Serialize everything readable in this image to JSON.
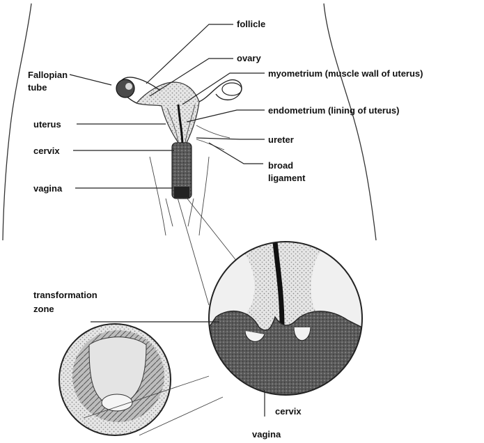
{
  "labels": {
    "follicle": "follicle",
    "ovary": "ovary",
    "fallopian_1": "Fallopian",
    "fallopian_2": "tube",
    "myometrium": "myometrium (muscle wall of uterus)",
    "endometrium": "endometrium (lining of uterus)",
    "uterus": "uterus",
    "ureter": "ureter",
    "cervix_top": "cervix",
    "broad_1": "broad",
    "broad_2": "ligament",
    "vagina_top": "vagina",
    "tz_1": "transformation",
    "tz_2": "zone",
    "cervix_bottom": "cervix",
    "vagina_bottom": "vagina"
  }
}
